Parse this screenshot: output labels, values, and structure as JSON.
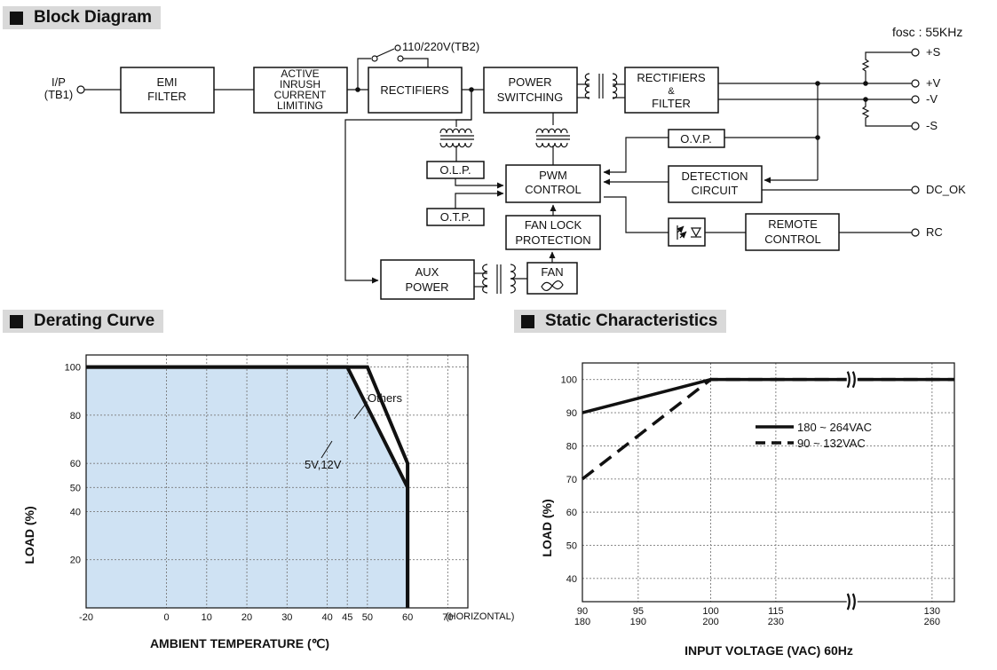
{
  "sections": {
    "block": "Block Diagram",
    "derating": "Derating Curve",
    "static": "Static Characteristics"
  },
  "block": {
    "fosc": "fosc : 55KHz",
    "input": [
      "I/P",
      "(TB1)"
    ],
    "switch_label": "110/220V(TB2)",
    "emi": [
      "EMI",
      "FILTER"
    ],
    "active": [
      "ACTIVE",
      "INRUSH",
      "CURRENT",
      "LIMITING"
    ],
    "rect1": "RECTIFIERS",
    "power": [
      "POWER",
      "SWITCHING"
    ],
    "rect2": [
      "RECTIFIERS",
      "&",
      "FILTER"
    ],
    "ovp": "O.V.P.",
    "detect": [
      "DETECTION",
      "CIRCUIT"
    ],
    "pwm": [
      "PWM",
      "CONTROL"
    ],
    "olp": "O.L.P.",
    "otp": "O.T.P.",
    "fanlock": [
      "FAN LOCK",
      "PROTECTION"
    ],
    "aux": [
      "AUX",
      "POWER"
    ],
    "fan": "FAN",
    "remote": [
      "REMOTE",
      "CONTROL"
    ],
    "outputs": {
      "ps": "+S",
      "pv": "+V",
      "mv": "-V",
      "ms": "-S",
      "dcok": "DC_OK",
      "rc": "RC"
    }
  },
  "chart_data": [
    {
      "type": "area",
      "title": "Derating Curve",
      "xlabel": "AMBIENT TEMPERATURE (℃)",
      "ylabel": "LOAD (%)",
      "x_extra_label": "(HORIZONTAL)",
      "xlim": [
        -20,
        75
      ],
      "ylim": [
        0,
        105
      ],
      "xticks": [
        -20,
        0,
        10,
        20,
        30,
        40,
        45,
        50,
        60,
        70
      ],
      "yticks": [
        20,
        40,
        50,
        60,
        80,
        100
      ],
      "grid": true,
      "fill_color": "#cfe2f3",
      "series": [
        {
          "name": "Others",
          "x": [
            -20,
            50,
            60,
            60
          ],
          "y": [
            100,
            100,
            60,
            0
          ]
        },
        {
          "name": "5V,12V",
          "x": [
            -20,
            45,
            60,
            60
          ],
          "y": [
            100,
            100,
            50,
            0
          ]
        }
      ]
    },
    {
      "type": "line",
      "title": "Static Characteristics",
      "xlabel": "INPUT VOLTAGE (VAC) 60Hz",
      "ylabel": "LOAD (%)",
      "ylim": [
        33,
        105
      ],
      "yticks": [
        40,
        50,
        60,
        70,
        80,
        90,
        100
      ],
      "xticks_top": [
        "90",
        "95",
        "100",
        "115",
        "130"
      ],
      "xticks_bottom": [
        "180",
        "190",
        "200",
        "230",
        "260"
      ],
      "axis_break": true,
      "grid": true,
      "series": [
        {
          "name": "180 ~ 264VAC",
          "style": "solid",
          "x_pos": [
            0,
            0.345,
            1.0
          ],
          "y": [
            90,
            100,
            100
          ]
        },
        {
          "name": "90 ~ 132VAC",
          "style": "dashed",
          "x_pos": [
            0,
            0.345,
            1.0
          ],
          "y": [
            70,
            100,
            100
          ]
        }
      ]
    }
  ]
}
